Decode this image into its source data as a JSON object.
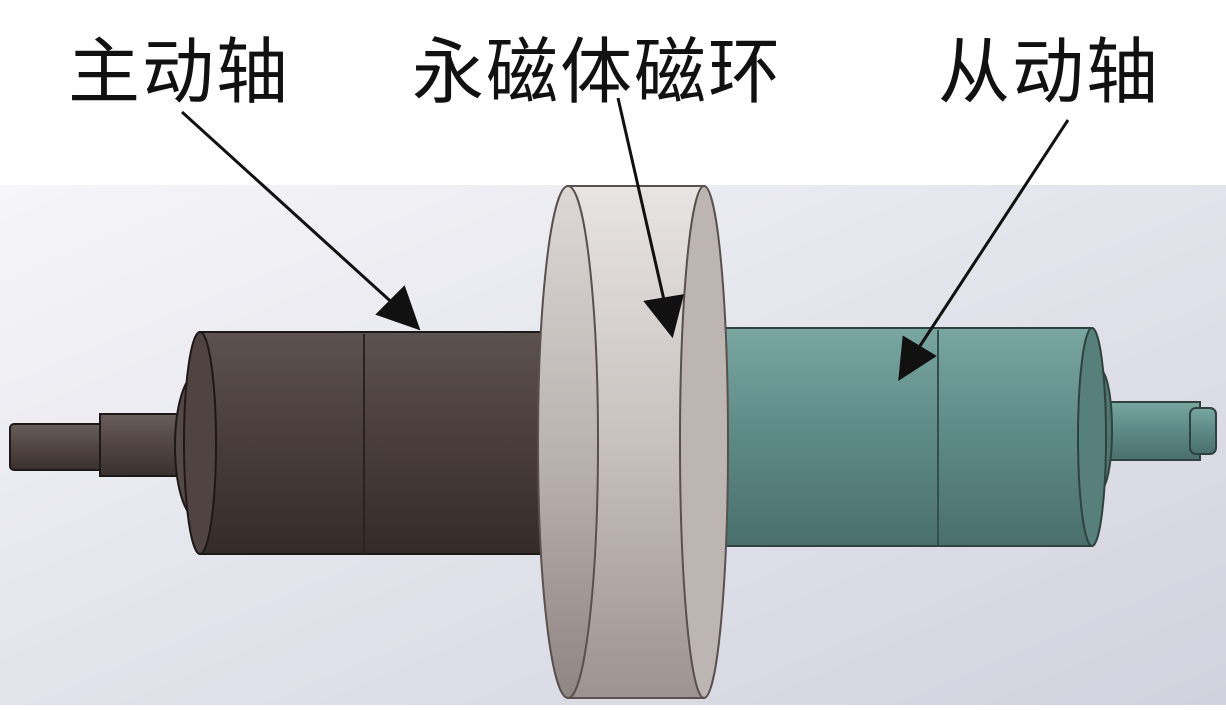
{
  "labels": {
    "drive_shaft": "主动轴",
    "magnet_ring": "永磁体磁环",
    "driven_shaft": "从动轴"
  },
  "colors": {
    "background": "#ffffff",
    "backdrop": "#dcdce6",
    "drive_shaft": "#4a3f3c",
    "magnet_ring": "#c9c2bf",
    "driven_shaft": "#5f8c88",
    "arrow": "#111111"
  }
}
